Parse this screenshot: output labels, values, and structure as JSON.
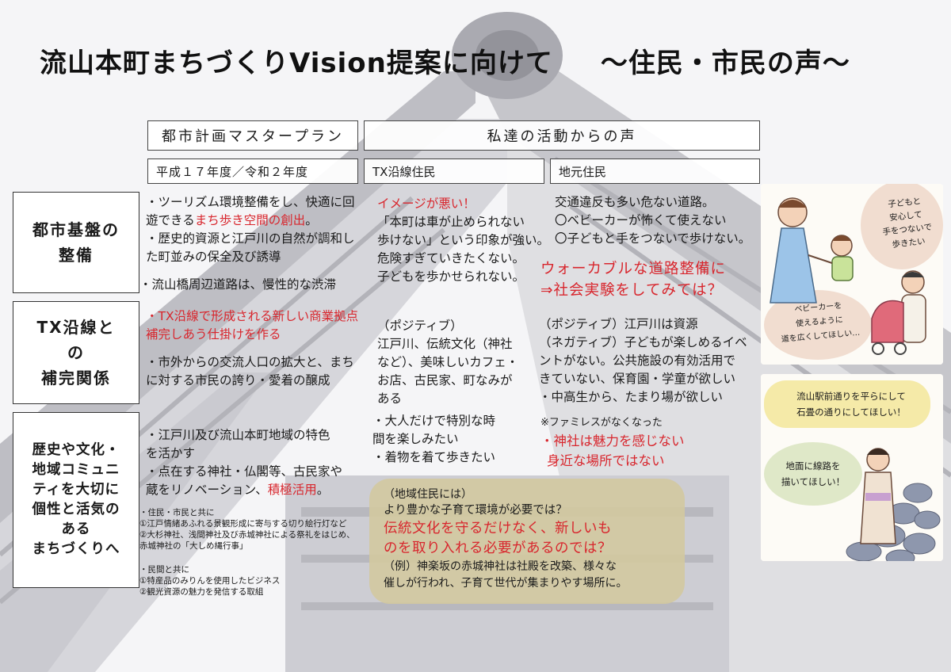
{
  "title": {
    "main": "流山本町まちづくりVision提案に向けて",
    "sub": "～住民・市民の声～"
  },
  "headers": {
    "master_plan": "都市計画マスタープラン",
    "our_voices": "私達の活動からの声",
    "years": "平成１７年度／令和２年度",
    "tx_residents": "TX沿線住民",
    "local_residents": "地元住民"
  },
  "rows": {
    "r1_label": [
      "都市基盤の",
      "整備"
    ],
    "r2_label": [
      "TX沿線と",
      "の",
      "補完関係"
    ],
    "r3_label": [
      "歴史や文化・",
      "地域コミュニ",
      "ティを大切に",
      "個性と活気の",
      "ある",
      "まちづくりへ"
    ]
  },
  "col1": {
    "r1_a_pre": "・ツーリズム環境整備をし、快適に回遊できる",
    "r1_a_red": "まち歩き空間の創出",
    "r1_a_post": "。",
    "r1_b": "・歴史的資源と江戸川の自然が調和した町並みの保全及び誘導",
    "r1_c": "・流山橋周辺道路は、慢性的な渋滞",
    "r2_a_red": "・TX沿線で形成される新しい商業拠点補完しあう仕掛けを作る",
    "r2_b": "・市外からの交流人口の拡大と、まちに対する市民の誇り・愛着の醸成",
    "r3_a": "・江戸川及び流山本町地域の特色を活かす",
    "r3_b_pre": "・点在する神社・仏閣等、古民家や蔵をリノベーション、",
    "r3_b_red": "積極活用",
    "r3_b_post": "。",
    "small1": [
      "・住民・市民と共に",
      "①江戸情緒あふれる景観形成に寄与する切り絵行灯など",
      "②大杉神社、浅間神社及び赤城神社による祭礼をはじめ、",
      "赤城神社の「大しめ縄行事」"
    ],
    "small2": [
      "・民間と共に",
      "①特産品のみりんを使用したビジネス",
      "②観光資源の魅力を発信する取組"
    ]
  },
  "col2": {
    "r1_red": "イメージが悪い！",
    "r1_lines": [
      "「本町は車が止められない",
      "歩けない」という印象が強い。",
      "危険すぎていきたくない。",
      "子どもを歩かせられない。"
    ],
    "r2_lines": [
      "（ポジティブ）",
      "江戸川、伝統文化（神社",
      "など）、美味しいカフェ・",
      "お店、古民家、町なみが",
      "ある"
    ],
    "r3_lines": [
      "・大人だけで特別な時",
      "間を楽しみたい",
      "・着物を着て歩きたい"
    ]
  },
  "col3": {
    "r1_lines": [
      "交通違反も多い危ない道路。",
      "〇ベビーカーが怖くて使えない",
      "〇子どもと手をつないで歩けない。"
    ],
    "r1_red": [
      "ウォーカブルな道路整備に",
      "⇒社会実験をしてみては？"
    ],
    "r2_lines": [
      "（ポジティブ）江戸川は資源",
      "（ネガティブ）子どもが楽しめるイベ",
      "ントがない。公共施設の有効活用で",
      "きていない、保育園・学童が欲しい",
      "・中高生から、たまり場が欲しい"
    ],
    "r2_note": "※ファミレスがなくなった",
    "r2_red": [
      "・神社は魅力を感じない",
      "身近な場所ではない"
    ]
  },
  "bubble": {
    "head": "（地域住民には）",
    "q": "より豊かな子育て環境が必要では？",
    "red": [
      "伝統文化を守るだけなく、新しいも",
      "のを取り入れる必要があるのでは？"
    ],
    "ex": [
      "（例）神楽坂の赤城神社は社殿を改築、様々な",
      "催しが行われ、子育て世代が集まりやす場所に。"
    ]
  },
  "illustration1": {
    "bubble1": [
      "子どもと",
      "安心して",
      "手をつないで",
      "歩きたい"
    ],
    "bubble2": [
      "ベビーカーを",
      "使えるように",
      "道を広くしてほしい…"
    ]
  },
  "illustration2": {
    "bubble1": [
      "流山駅前通りを平らにして",
      "石畳の通りにしてほしい！"
    ],
    "bubble2": [
      "地面に線路を",
      "描いてほしい！"
    ]
  },
  "colors": {
    "accent_red": "#d8262d",
    "bubble_tan": "#d3c89e",
    "bubble_green": "#dfe8c8",
    "bubble_yellow": "#f5eaa8"
  }
}
